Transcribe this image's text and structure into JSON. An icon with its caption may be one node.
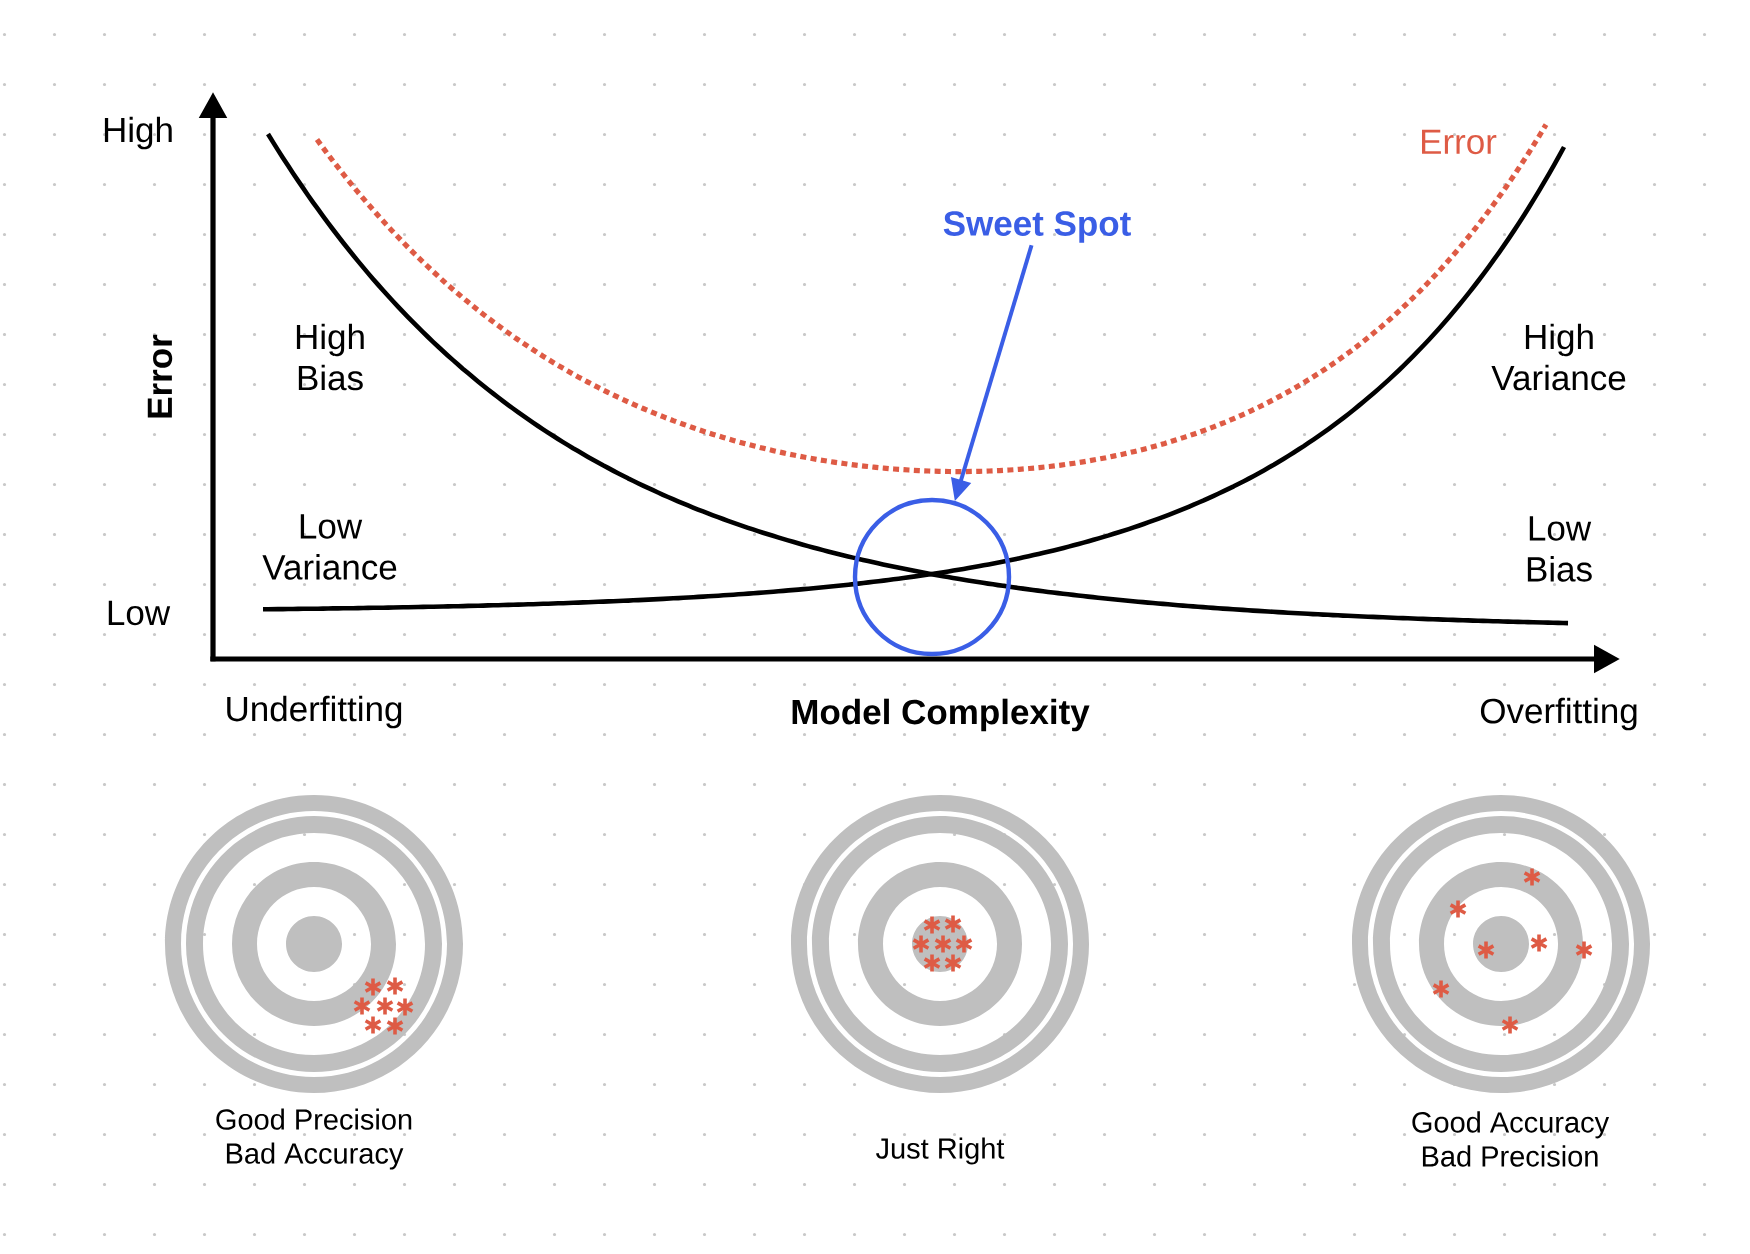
{
  "diagram": {
    "nodes": [
      {
        "text": [
          "Sweet Spot"
        ]
      },
      {
        "text": [],
        "shape": "circle"
      }
    ],
    "edges": [
      {
        "from": 0,
        "to": 1,
        "arrow": "to",
        "color": "#3a5ee6"
      }
    ],
    "labels": [
      "High",
      "Error",
      "Error",
      "High Bias",
      "High Variance",
      "Low Variance",
      "Low Bias",
      "Low",
      "Underfitting",
      "Model Complexity",
      "Overfitting",
      "Good Precision Bad Accuracy",
      "Just Right",
      "Good Accuracy Bad Precision"
    ]
  }
}
